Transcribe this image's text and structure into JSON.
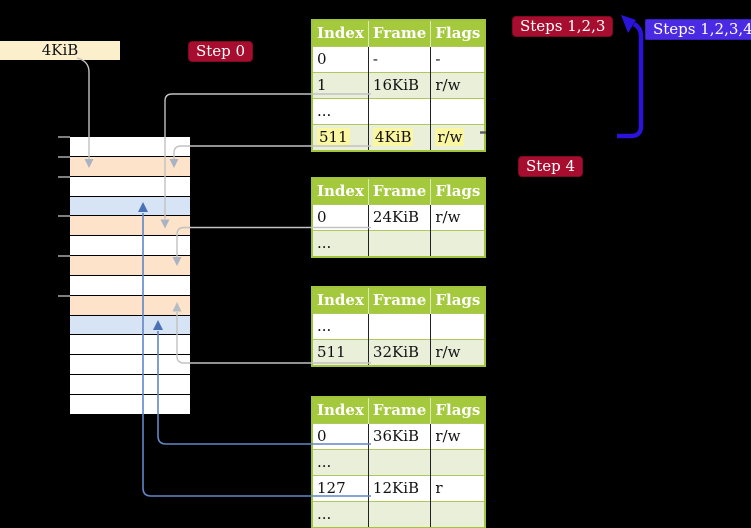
{
  "diagram_title": "page-table-translation",
  "labels": {
    "mem_size": "4KiB",
    "step0": "Step 0",
    "steps123": "Steps 1,2,3",
    "steps1234": "Steps 1,2,3,4",
    "step4": "Step 4"
  },
  "memory": {
    "rows": [
      "white",
      "peach",
      "white",
      "blue",
      "peach",
      "white",
      "peach",
      "white",
      "peach",
      "blue",
      "white",
      "white",
      "white",
      "white"
    ]
  },
  "tables": [
    {
      "name": "page-table-top",
      "headers": [
        "Index",
        "Frame",
        "Flags"
      ],
      "rows": [
        {
          "cells": [
            "0",
            "-",
            "-"
          ],
          "shade": false,
          "highlight": false
        },
        {
          "cells": [
            "1",
            "16KiB",
            "r/w"
          ],
          "shade": true,
          "highlight": false
        },
        {
          "cells": [
            "...",
            "",
            ""
          ],
          "shade": false,
          "highlight": false
        },
        {
          "cells": [
            "511",
            "4KiB",
            "r/w"
          ],
          "shade": true,
          "highlight": true
        }
      ]
    },
    {
      "name": "page-table-second",
      "headers": [
        "Index",
        "Frame",
        "Flags"
      ],
      "rows": [
        {
          "cells": [
            "0",
            "24KiB",
            "r/w"
          ],
          "shade": false,
          "highlight": false
        },
        {
          "cells": [
            "...",
            "",
            ""
          ],
          "shade": true,
          "highlight": false
        }
      ]
    },
    {
      "name": "page-table-third",
      "headers": [
        "Index",
        "Frame",
        "Flags"
      ],
      "rows": [
        {
          "cells": [
            "...",
            "",
            ""
          ],
          "shade": false,
          "highlight": false
        },
        {
          "cells": [
            "511",
            "32KiB",
            "r/w"
          ],
          "shade": true,
          "highlight": false
        }
      ]
    },
    {
      "name": "page-table-bottom",
      "headers": [
        "Index",
        "Frame",
        "Flags"
      ],
      "rows": [
        {
          "cells": [
            "0",
            "36KiB",
            "r/w"
          ],
          "shade": false,
          "highlight": false
        },
        {
          "cells": [
            "...",
            "",
            ""
          ],
          "shade": true,
          "highlight": false
        },
        {
          "cells": [
            "127",
            "12KiB",
            "r"
          ],
          "shade": false,
          "highlight": false
        },
        {
          "cells": [
            "...",
            "",
            ""
          ],
          "shade": true,
          "highlight": false
        }
      ]
    }
  ],
  "colors": {
    "background": "#000000",
    "table_header_green": "#a5c93c",
    "table_shade_green": "#e9efd8",
    "highlight_yellow": "#faf6a2",
    "memory_peach": "#fce3c9",
    "memory_blue": "#d7e4f5",
    "label_wheat": "#fcf0cc",
    "badge_crimson": "#a60d2e",
    "badge_blue_violet": "#4a2ae2",
    "thick_arrow_blue": "#2b13da",
    "connector_gray": "#c2c2c2",
    "connector_steel_blue": "#6286c6"
  }
}
